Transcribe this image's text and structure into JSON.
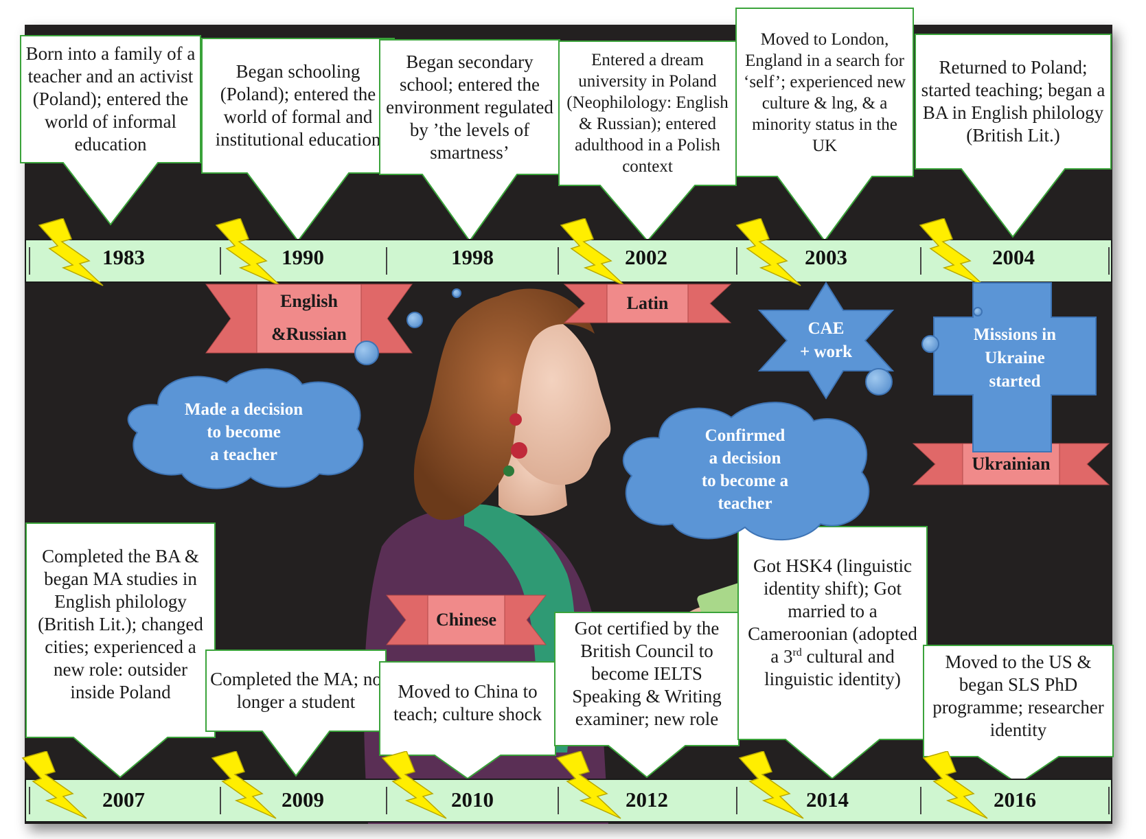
{
  "top_events": [
    {
      "year": "1983",
      "text": "Born into a family of a teacher and an activist (Poland); entered the world of informal education"
    },
    {
      "year": "1990",
      "text": "Began schooling (Poland); entered the world of formal and institutional education"
    },
    {
      "year": "1998",
      "text": "Began secondary school; entered the environment regulated by ’the levels of smartness’"
    },
    {
      "year": "2002",
      "text": "Entered a dream university in Poland (Neophilology: English & Russian); entered adulthood in a Polish context"
    },
    {
      "year": "2003",
      "text": "Moved to London, England in a search for ‘self’; experienced new culture & lng, & a minority status in the UK"
    },
    {
      "year": "2004",
      "text": "Returned to Poland; started teaching; began a BA in English philology (British Lit.)"
    }
  ],
  "bottom_events": [
    {
      "year": "2007",
      "text": "Completed the BA & began MA studies in English philology (British Lit.); changed cities; experienced a new role: outsider inside Poland"
    },
    {
      "year": "2009",
      "text": "Completed the MA; no longer a student"
    },
    {
      "year": "2010",
      "text": "Moved to China to teach; culture shock"
    },
    {
      "year": "2012",
      "text": "Got certified by the British Council to become IELTS Speaking & Writing examiner; new role"
    },
    {
      "year": "2014",
      "text_a": "Got HSK4 (linguistic identity shift); Got married to a Cameroonian (adopted a 3",
      "text_sup": "rd",
      "text_b": " cultural and linguistic identity)"
    },
    {
      "year": "2016",
      "text": "Moved to the US & began SLS PhD programme; researcher identity"
    }
  ],
  "languages": {
    "english_russian_a": "English",
    "english_russian_b": "&Russian",
    "latin": "Latin",
    "chinese": "Chinese",
    "ukrainian": "Ukrainian"
  },
  "milestones": {
    "teacher_decision": [
      "Made a decision",
      "to become",
      "a teacher"
    ],
    "confirmed_decision": [
      "Confirmed",
      "a decision",
      "to become a",
      "teacher"
    ],
    "cae": [
      "CAE",
      "+ work"
    ],
    "missions": [
      "Missions in",
      "Ukraine",
      "started"
    ]
  },
  "colors": {
    "board": "#232020",
    "band": "#cff6d0",
    "callout_border": "#3aa33a",
    "ribbon": "#e57373",
    "cloud": "#5b95d6",
    "bolt": "#ffee00"
  }
}
